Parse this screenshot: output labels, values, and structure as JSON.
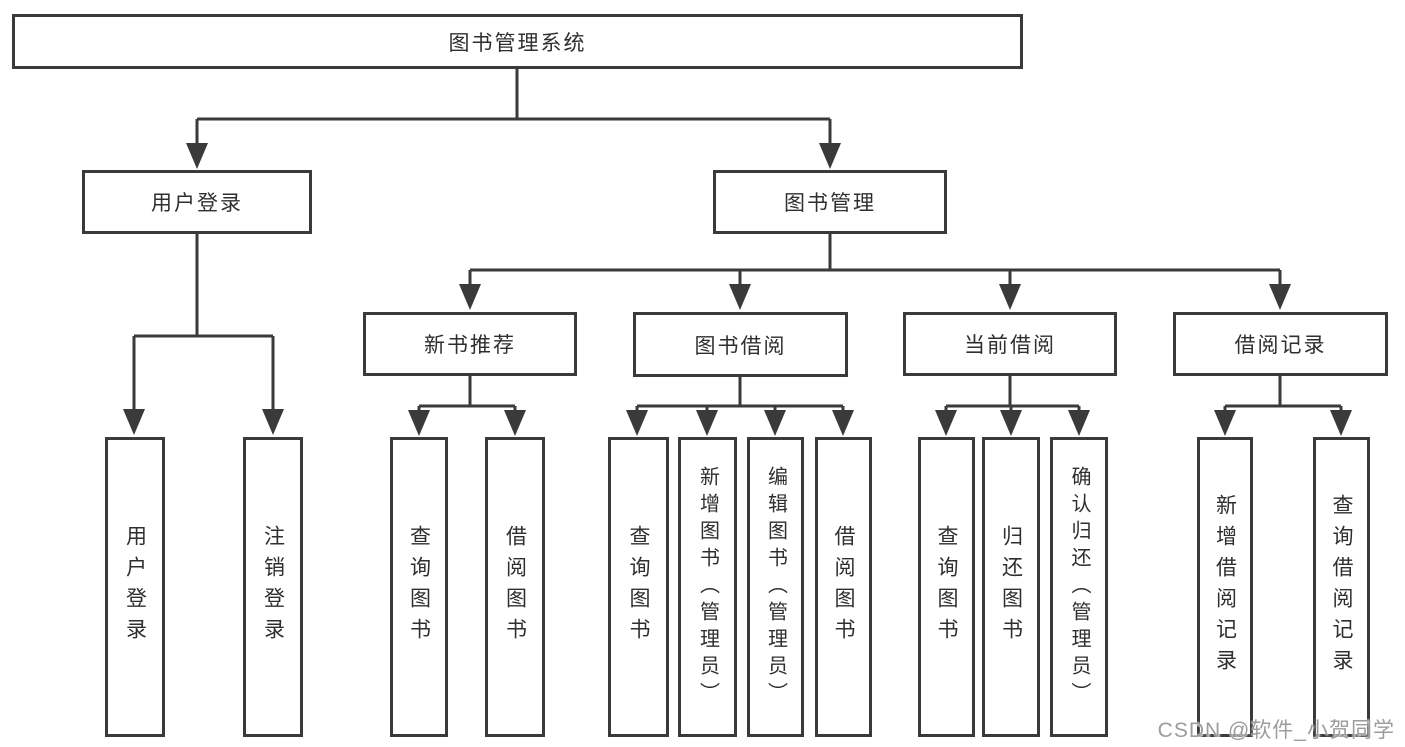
{
  "diagram": {
    "root": {
      "label": "图书管理系统"
    },
    "level1": [
      {
        "label": "用户登录"
      },
      {
        "label": "图书管理"
      }
    ],
    "level2": [
      {
        "label": "新书推荐"
      },
      {
        "label": "图书借阅"
      },
      {
        "label": "当前借阅"
      },
      {
        "label": "借阅记录"
      }
    ],
    "leaves": {
      "user_login": [
        {
          "label": "用户登录"
        },
        {
          "label": "注销登录"
        }
      ],
      "new_book": [
        {
          "label": "查询图书"
        },
        {
          "label": "借阅图书"
        }
      ],
      "book_borrow": [
        {
          "label": "查询图书"
        },
        {
          "label": "新增图书（管理员）"
        },
        {
          "label": "编辑图书（管理员）"
        },
        {
          "label": "借阅图书"
        }
      ],
      "current_borrow": [
        {
          "label": "查询图书"
        },
        {
          "label": "归还图书"
        },
        {
          "label": "确认归还（管理员）"
        }
      ],
      "borrow_records": [
        {
          "label": "新增借阅记录"
        },
        {
          "label": "查询借阅记录"
        }
      ]
    },
    "watermark": "CSDN @软件_小贺同学",
    "colors": {
      "line": "#3a3a3a",
      "box_border": "#3a3a3a",
      "background": "#ffffff",
      "text": "#2f2f2f",
      "watermark": "#9c9c9c"
    }
  }
}
